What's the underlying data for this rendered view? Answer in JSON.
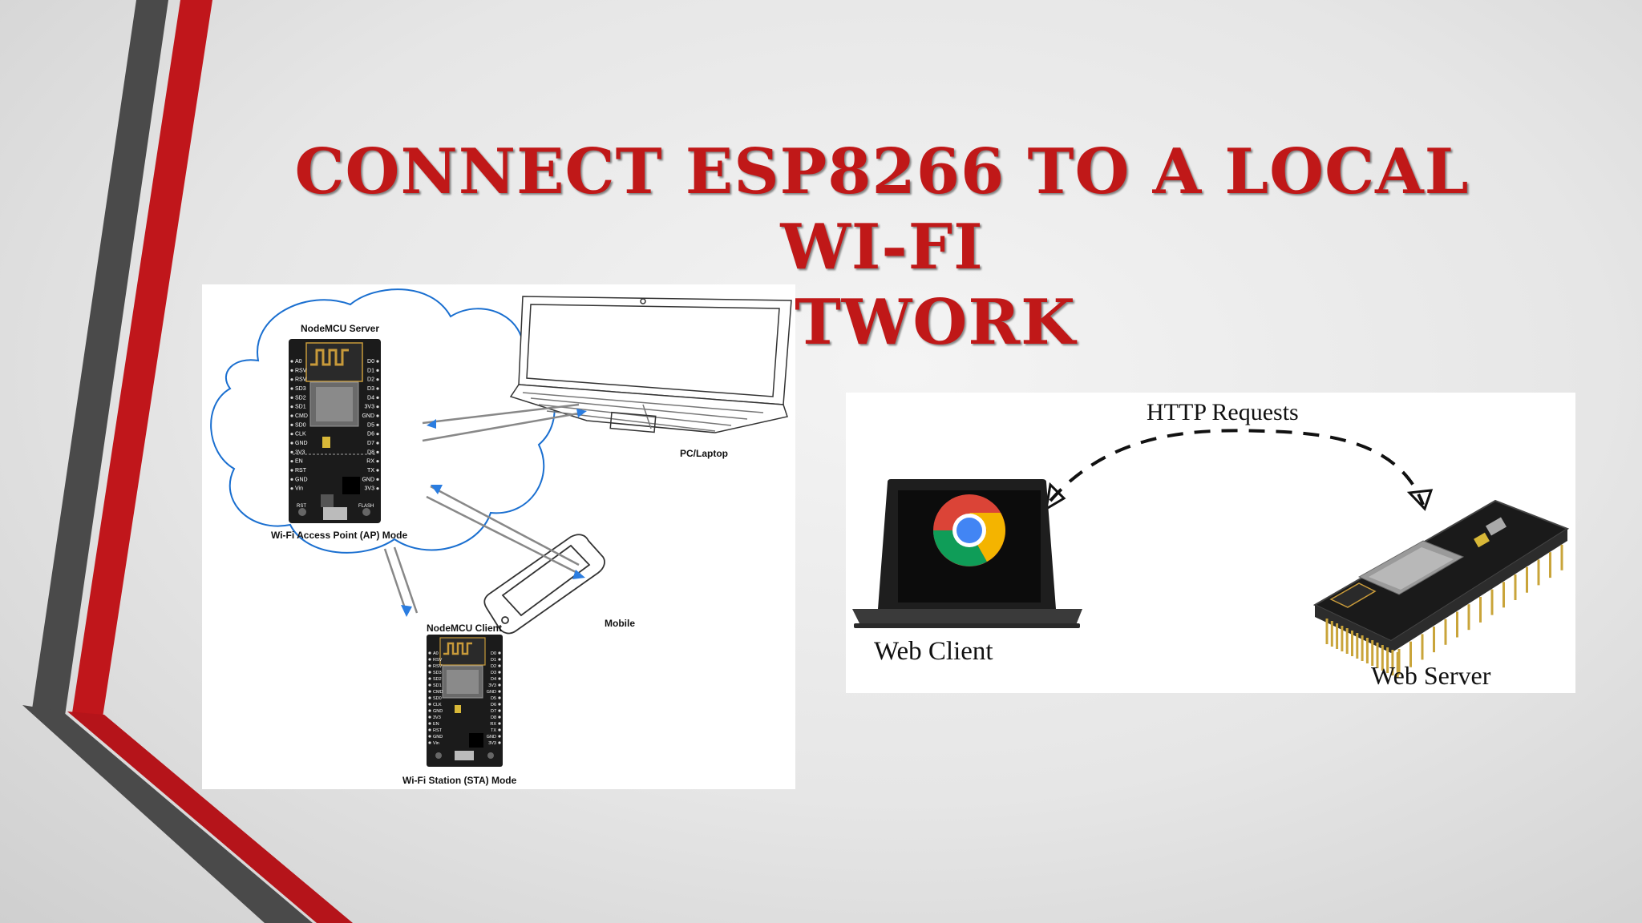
{
  "slide": {
    "title_line1": "Connect ESP8266 to a Local Wi-Fi",
    "title_line2": "Network"
  },
  "left_diagram": {
    "server_label": "NodeMCU Server",
    "ap_mode_label": "Wi-Fi Access Point (AP) Mode",
    "laptop_label": "PC/Laptop",
    "mobile_label": "Mobile",
    "client_label": "NodeMCU Client",
    "sta_mode_label": "Wi-Fi Station (STA) Mode",
    "board_pins_left": [
      "A0",
      "RSV",
      "RSV",
      "SD3",
      "SD2",
      "SD1",
      "CMD",
      "SD0",
      "CLK",
      "GND",
      "3V3",
      "EN",
      "RST",
      "GND",
      "Vin"
    ],
    "board_pins_right": [
      "D0",
      "D1",
      "D2",
      "D3",
      "D4",
      "3V3",
      "GND",
      "D5",
      "D6",
      "D7",
      "D8",
      "RX",
      "TX",
      "GND",
      "3V3"
    ],
    "button_left": "RST",
    "button_right": "FLASH"
  },
  "right_diagram": {
    "http_label": "HTTP Requests",
    "web_client_label": "Web Client",
    "web_server_label": "Web Server"
  },
  "colors": {
    "title": "#c01818",
    "stripe_red": "#c0161b",
    "stripe_gray": "#4a4a4a",
    "cloud": "#1a6fd0",
    "board": "#1b1b1b"
  }
}
